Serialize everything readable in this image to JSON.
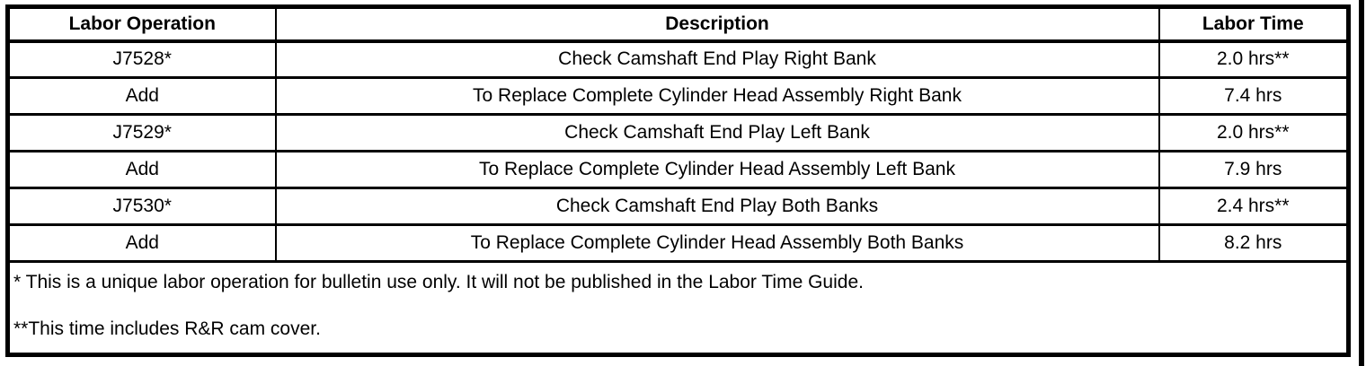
{
  "colors": {
    "border": "#000000",
    "background": "#ffffff",
    "text": "#000000"
  },
  "table": {
    "columns": [
      "Labor Operation",
      "Description",
      "Labor Time"
    ],
    "rows": [
      {
        "op": "J7528*",
        "desc": "Check Camshaft End Play Right Bank",
        "time": "2.0 hrs**"
      },
      {
        "op": "Add",
        "desc": "To Replace Complete Cylinder Head Assembly Right Bank",
        "time": "7.4 hrs"
      },
      {
        "op": "J7529*",
        "desc": "Check Camshaft End Play Left Bank",
        "time": "2.0 hrs**"
      },
      {
        "op": "Add",
        "desc": "To Replace Complete Cylinder Head Assembly Left Bank",
        "time": "7.9 hrs"
      },
      {
        "op": "J7530*",
        "desc": "Check Camshaft End Play Both Banks",
        "time": "2.4 hrs**"
      },
      {
        "op": "Add",
        "desc": "To Replace Complete Cylinder Head Assembly Both Banks",
        "time": "8.2 hrs"
      }
    ],
    "footnotes": [
      "* This is a unique labor operation for bulletin use only. It will not be published in the Labor Time Guide.",
      "**This time includes R&R cam cover."
    ]
  }
}
